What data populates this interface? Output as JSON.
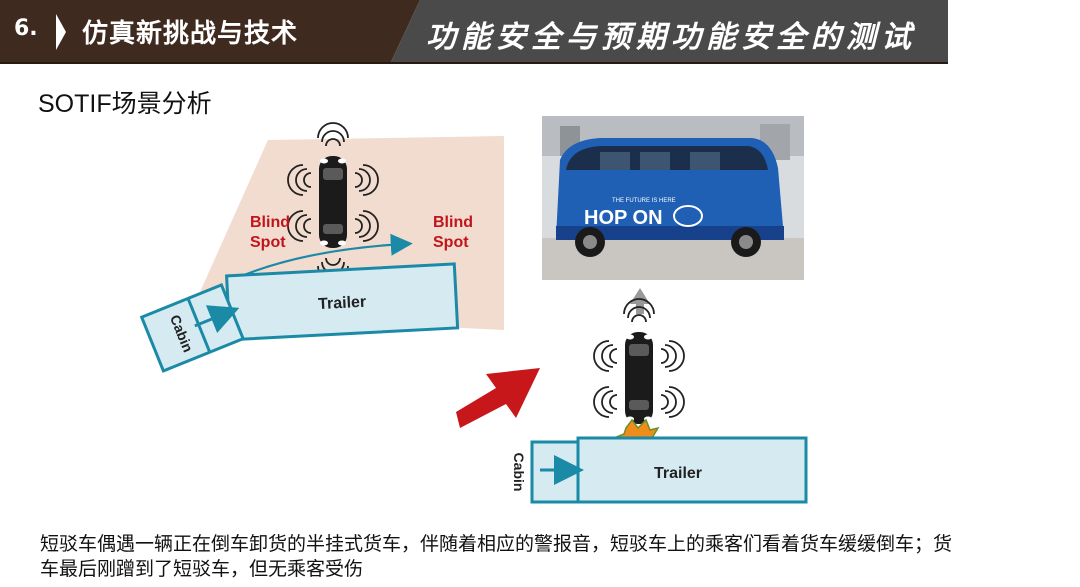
{
  "header": {
    "section_number": "6.",
    "title": "仿真新挑战与技术",
    "subtitle": "功能安全与预期功能安全的测试"
  },
  "section_title": "SOTIF场景分析",
  "diagram": {
    "left_scene": {
      "blind_spot_left": [
        "Blind",
        "Spot"
      ],
      "blind_spot_right": [
        "Blind",
        "Spot"
      ],
      "trailer_label": "Trailer",
      "cabin_label": "Cabin"
    },
    "right_scene": {
      "trailer_label": "Trailer",
      "cabin_label": "Cabin",
      "bus_sign": "HOP ON",
      "bus_small_text": "THE FUTURE IS HERE"
    }
  },
  "caption": {
    "line1": "短驳车偶遇一辆正在倒车卸货的半挂式货车，伴随着相应的警报音，短驳车上的乘客们看着货车缓缓倒车；货",
    "line2": "车最后刚蹭到了短驳车，但无乘客受伤"
  },
  "colors": {
    "header_dark": "#3f2a1f",
    "header_gray": "#4a4a4a",
    "blind_spot_text": "#c0161b",
    "trailer_fill": "#d6eaf2",
    "trailer_stroke": "#1a8aa6",
    "blind_zone": "#f1d9cc",
    "arrow_red": "#c8171b"
  }
}
